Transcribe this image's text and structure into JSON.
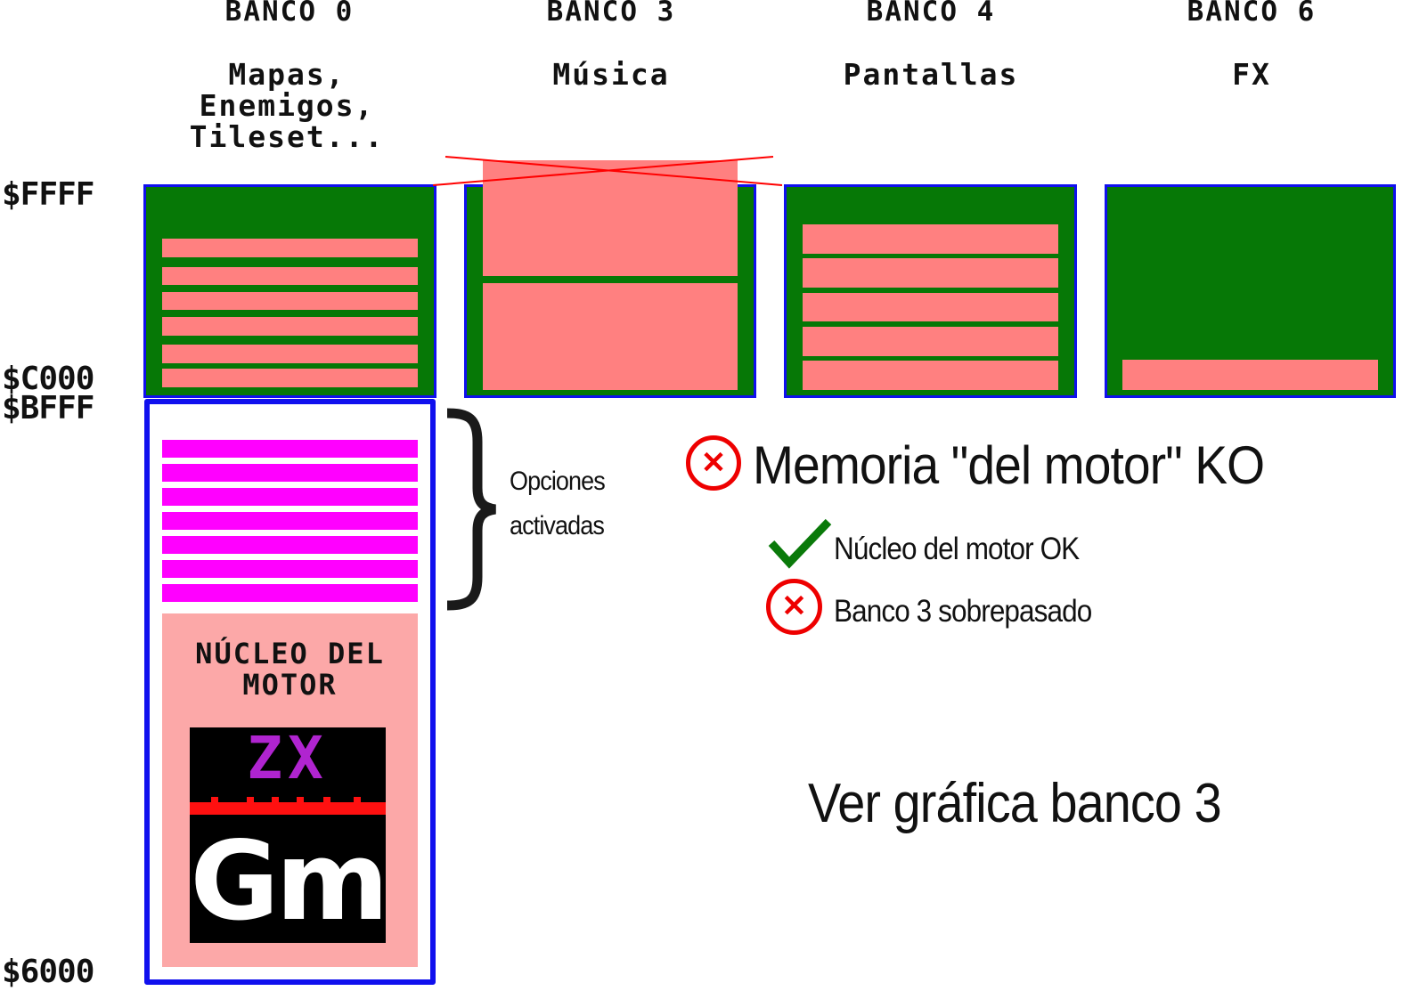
{
  "banks": [
    {
      "title": "BANCO 0",
      "subtitle": "Mapas,\nEnemigos,\nTileset..."
    },
    {
      "title": "BANCO 3",
      "subtitle": "Música"
    },
    {
      "title": "BANCO 4",
      "subtitle": "Pantallas"
    },
    {
      "title": "BANCO 6",
      "subtitle": "FX"
    }
  ],
  "addresses": {
    "top": "$FFFF",
    "c000": "$C000",
    "bfff": "$BFFF",
    "bottom": "$6000"
  },
  "engine": {
    "core_label": "NÚCLEO DEL\nMOTOR",
    "logo_top": "ZX",
    "logo_bottom": "Gm",
    "options_label": "Opciones\nactivadas"
  },
  "status": {
    "main": "Memoria \"del motor\" KO",
    "core_ok": "Núcleo del motor OK",
    "bank_overflow": "Banco 3 sobrepasado",
    "link": "Ver gráfica banco 3"
  },
  "colors": {
    "free_memory": "#067806",
    "used_memory": "#ff8080",
    "options": "#ff00ff",
    "core": "#fca8a8",
    "bank_border": "#1010ee",
    "error": "#ee0000",
    "ok": "#0a7a0a"
  },
  "icons": {
    "error": "x-circle-icon",
    "ok": "checkmark-icon"
  }
}
